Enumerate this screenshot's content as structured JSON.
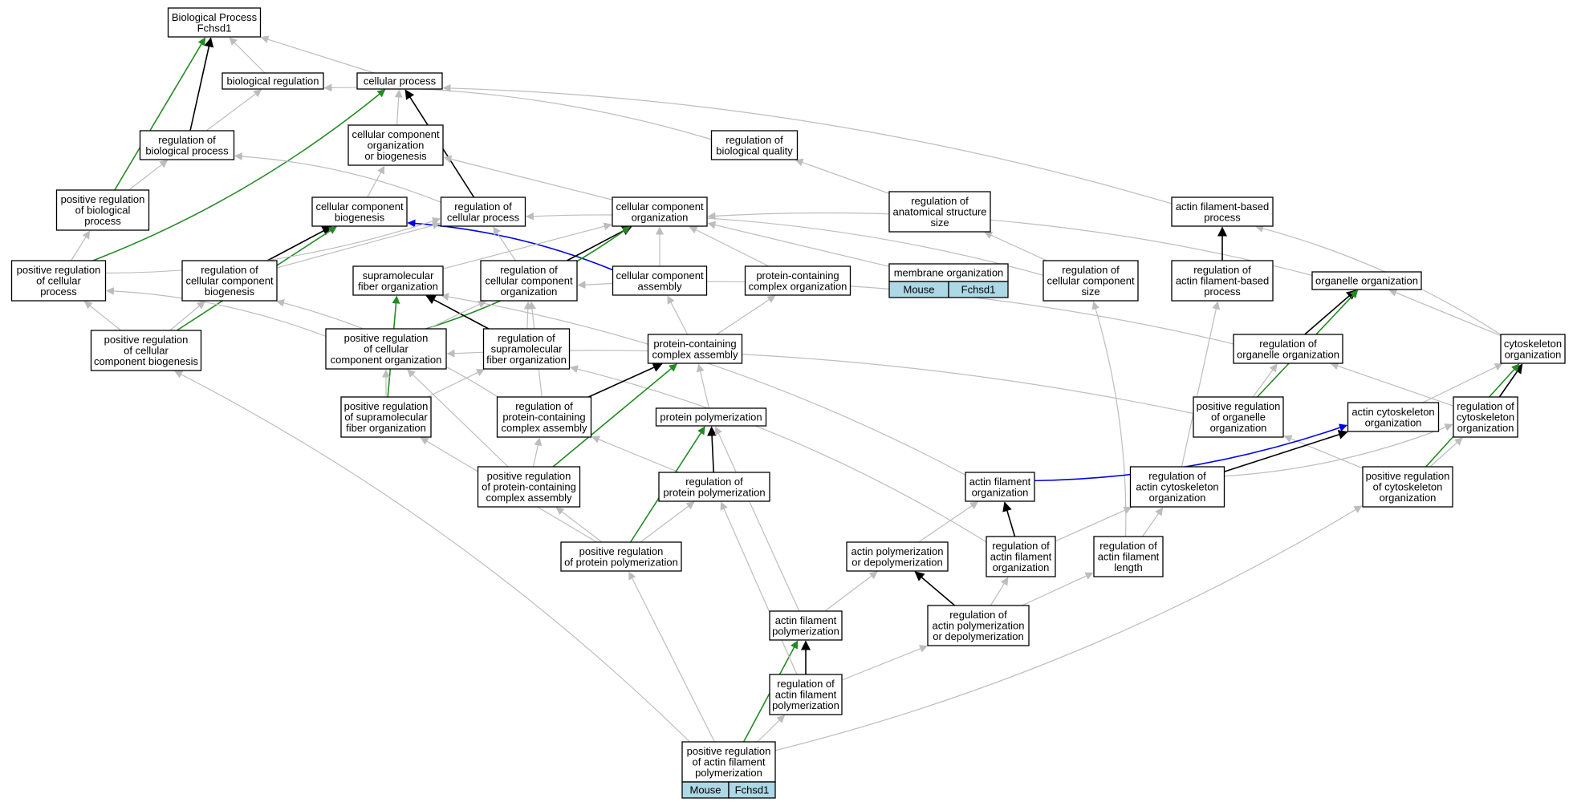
{
  "colors": {
    "is_a": "#bdbdbd",
    "part_of": "#000000",
    "positively_regulates": "#228b22",
    "regulates_blue": "#0000ee",
    "gene_cell_fill": "#add8e6"
  },
  "nodes": [
    {
      "id": "bp",
      "lines": [
        "Biological Process",
        "Fchsd1"
      ]
    },
    {
      "id": "bioreg",
      "lines": [
        "biological regulation"
      ]
    },
    {
      "id": "cellproc",
      "lines": [
        "cellular process"
      ]
    },
    {
      "id": "regbp",
      "lines": [
        "regulation of",
        "biological process"
      ]
    },
    {
      "id": "ccob",
      "lines": [
        "cellular component",
        "organization",
        "or biogenesis"
      ]
    },
    {
      "id": "regbq",
      "lines": [
        "regulation of",
        "biological quality"
      ]
    },
    {
      "id": "posregbp",
      "lines": [
        "positive regulation",
        "of biological",
        "process"
      ]
    },
    {
      "id": "ccbio",
      "lines": [
        "cellular component",
        "biogenesis"
      ]
    },
    {
      "id": "regcp",
      "lines": [
        "regulation of",
        "cellular process"
      ]
    },
    {
      "id": "ccorg",
      "lines": [
        "cellular component",
        "organization"
      ]
    },
    {
      "id": "regass",
      "lines": [
        "regulation of",
        "anatomical structure",
        "size"
      ]
    },
    {
      "id": "afbp",
      "lines": [
        "actin filament-based",
        "process"
      ]
    },
    {
      "id": "posregcp",
      "lines": [
        "positive regulation",
        "of cellular",
        "process"
      ]
    },
    {
      "id": "regccb",
      "lines": [
        "regulation of",
        "cellular component",
        "biogenesis"
      ]
    },
    {
      "id": "smfo",
      "lines": [
        "supramolecular",
        "fiber organization"
      ]
    },
    {
      "id": "regcco",
      "lines": [
        "regulation of",
        "cellular component",
        "organization"
      ]
    },
    {
      "id": "cca",
      "lines": [
        "cellular component",
        "assembly"
      ]
    },
    {
      "id": "pcco",
      "lines": [
        "protein-containing",
        "complex organization"
      ]
    },
    {
      "id": "memorg",
      "lines": [
        "membrane organization"
      ],
      "gene": [
        "Mouse",
        "Fchsd1"
      ]
    },
    {
      "id": "regccs",
      "lines": [
        "regulation of",
        "cellular component",
        "size"
      ]
    },
    {
      "id": "regafbp",
      "lines": [
        "regulation of",
        "actin filament-based",
        "process"
      ]
    },
    {
      "id": "orgorg",
      "lines": [
        "organelle organization"
      ]
    },
    {
      "id": "posregccb",
      "lines": [
        "positive regulation",
        "of cellular",
        "component biogenesis"
      ]
    },
    {
      "id": "posregcco",
      "lines": [
        "positive regulation",
        "of cellular",
        "component organization"
      ]
    },
    {
      "id": "regsmfo",
      "lines": [
        "regulation of",
        "supramolecular",
        "fiber organization"
      ]
    },
    {
      "id": "pcca",
      "lines": [
        "protein-containing",
        "complex assembly"
      ]
    },
    {
      "id": "regoo",
      "lines": [
        "regulation of",
        "organelle organization"
      ]
    },
    {
      "id": "cytoorg",
      "lines": [
        "cytoskeleton",
        "organization"
      ]
    },
    {
      "id": "posregsmfo",
      "lines": [
        "positive regulation",
        "of supramolecular",
        "fiber organization"
      ]
    },
    {
      "id": "regpcca",
      "lines": [
        "regulation of",
        "protein-containing",
        "complex assembly"
      ]
    },
    {
      "id": "protpoly",
      "lines": [
        "protein polymerization"
      ]
    },
    {
      "id": "posregoo",
      "lines": [
        "positive regulation",
        "of organelle",
        "organization"
      ]
    },
    {
      "id": "actcytoorg",
      "lines": [
        "actin cytoskeleton",
        "organization"
      ]
    },
    {
      "id": "regcyto",
      "lines": [
        "regulation of",
        "cytoskeleton",
        "organization"
      ]
    },
    {
      "id": "posregpcca",
      "lines": [
        "positive regulation",
        "of protein-containing",
        "complex assembly"
      ]
    },
    {
      "id": "regprotpoly",
      "lines": [
        "regulation of",
        "protein polymerization"
      ]
    },
    {
      "id": "afo",
      "lines": [
        "actin filament",
        "organization"
      ]
    },
    {
      "id": "regactcyto",
      "lines": [
        "regulation of",
        "actin cytoskeleton",
        "organization"
      ]
    },
    {
      "id": "posregcyto",
      "lines": [
        "positive regulation",
        "of cytoskeleton",
        "organization"
      ]
    },
    {
      "id": "posregprotpoly",
      "lines": [
        "positive regulation",
        "of protein polymerization"
      ]
    },
    {
      "id": "apd",
      "lines": [
        "actin polymerization",
        "or depolymerization"
      ]
    },
    {
      "id": "regafo",
      "lines": [
        "regulation of",
        "actin filament",
        "organization"
      ]
    },
    {
      "id": "regafl",
      "lines": [
        "regulation of",
        "actin filament",
        "length"
      ]
    },
    {
      "id": "afp",
      "lines": [
        "actin filament",
        "polymerization"
      ]
    },
    {
      "id": "regapd",
      "lines": [
        "regulation of",
        "actin polymerization",
        "or depolymerization"
      ]
    },
    {
      "id": "regafp",
      "lines": [
        "regulation of",
        "actin filament",
        "polymerization"
      ]
    },
    {
      "id": "posregafp",
      "lines": [
        "positive regulation",
        "of actin filament",
        "polymerization"
      ],
      "gene": [
        "Mouse",
        "Fchsd1"
      ]
    }
  ],
  "edges": [
    {
      "from": "bioreg",
      "to": "bp",
      "type": "is_a"
    },
    {
      "from": "cellproc",
      "to": "bp",
      "type": "is_a"
    },
    {
      "from": "regbp",
      "to": "bp",
      "type": "part_of"
    },
    {
      "from": "posregbp",
      "to": "bp",
      "type": "positively_regulates"
    },
    {
      "from": "regbp",
      "to": "bioreg",
      "type": "is_a"
    },
    {
      "from": "regbq",
      "to": "bioreg",
      "type": "is_a"
    },
    {
      "from": "ccob",
      "to": "cellproc",
      "type": "is_a"
    },
    {
      "from": "regcp",
      "to": "cellproc",
      "type": "part_of"
    },
    {
      "from": "posregcp",
      "to": "cellproc",
      "type": "positively_regulates"
    },
    {
      "from": "afbp",
      "to": "cellproc",
      "type": "is_a"
    },
    {
      "from": "posregbp",
      "to": "regbp",
      "type": "is_a"
    },
    {
      "from": "regcp",
      "to": "regbp",
      "type": "is_a"
    },
    {
      "from": "ccbio",
      "to": "ccob",
      "type": "is_a"
    },
    {
      "from": "ccorg",
      "to": "ccob",
      "type": "is_a"
    },
    {
      "from": "regass",
      "to": "regbq",
      "type": "is_a"
    },
    {
      "from": "posregcp",
      "to": "posregbp",
      "type": "is_a"
    },
    {
      "from": "regccb",
      "to": "ccbio",
      "type": "part_of"
    },
    {
      "from": "posregccb",
      "to": "ccbio",
      "type": "positively_regulates"
    },
    {
      "from": "cca",
      "to": "ccbio",
      "type": "regulates_blue"
    },
    {
      "from": "posregcp",
      "to": "regcp",
      "type": "is_a"
    },
    {
      "from": "regccb",
      "to": "regcp",
      "type": "is_a"
    },
    {
      "from": "regcco",
      "to": "regcp",
      "type": "is_a"
    },
    {
      "from": "regccs",
      "to": "regcp",
      "type": "is_a"
    },
    {
      "from": "regcco",
      "to": "ccorg",
      "type": "part_of"
    },
    {
      "from": "posregcco",
      "to": "ccorg",
      "type": "positively_regulates"
    },
    {
      "from": "smfo",
      "to": "ccorg",
      "type": "is_a"
    },
    {
      "from": "cca",
      "to": "ccorg",
      "type": "is_a"
    },
    {
      "from": "pcco",
      "to": "ccorg",
      "type": "is_a"
    },
    {
      "from": "memorg",
      "to": "ccorg",
      "type": "is_a"
    },
    {
      "from": "orgorg",
      "to": "ccorg",
      "type": "is_a"
    },
    {
      "from": "regccs",
      "to": "regass",
      "type": "is_a"
    },
    {
      "from": "regafbp",
      "to": "afbp",
      "type": "part_of"
    },
    {
      "from": "cytoorg",
      "to": "afbp",
      "type": "is_a"
    },
    {
      "from": "posregccb",
      "to": "posregcp",
      "type": "is_a"
    },
    {
      "from": "posregcco",
      "to": "posregcp",
      "type": "is_a"
    },
    {
      "from": "posregccb",
      "to": "regccb",
      "type": "is_a"
    },
    {
      "from": "regpcca",
      "to": "regccb",
      "type": "is_a"
    },
    {
      "from": "regsmfo",
      "to": "smfo",
      "type": "part_of"
    },
    {
      "from": "posregsmfo",
      "to": "smfo",
      "type": "positively_regulates"
    },
    {
      "from": "posregcco",
      "to": "regcco",
      "type": "is_a"
    },
    {
      "from": "regsmfo",
      "to": "regcco",
      "type": "is_a"
    },
    {
      "from": "regpcca",
      "to": "regcco",
      "type": "is_a"
    },
    {
      "from": "regoo",
      "to": "regcco",
      "type": "is_a"
    },
    {
      "from": "pcca",
      "to": "cca",
      "type": "is_a"
    },
    {
      "from": "pcca",
      "to": "pcco",
      "type": "is_a"
    },
    {
      "from": "regafl",
      "to": "regccs",
      "type": "is_a"
    },
    {
      "from": "regactcyto",
      "to": "regafbp",
      "type": "is_a"
    },
    {
      "from": "regoo",
      "to": "orgorg",
      "type": "part_of"
    },
    {
      "from": "posregoo",
      "to": "orgorg",
      "type": "positively_regulates"
    },
    {
      "from": "cytoorg",
      "to": "orgorg",
      "type": "is_a"
    },
    {
      "from": "posregsmfo",
      "to": "posregcco",
      "type": "is_a"
    },
    {
      "from": "posregpcca",
      "to": "posregcco",
      "type": "is_a"
    },
    {
      "from": "posregoo",
      "to": "posregcco",
      "type": "is_a"
    },
    {
      "from": "posregsmfo",
      "to": "regsmfo",
      "type": "is_a"
    },
    {
      "from": "regafo",
      "to": "regsmfo",
      "type": "is_a"
    },
    {
      "from": "regpcca",
      "to": "pcca",
      "type": "part_of"
    },
    {
      "from": "posregpcca",
      "to": "pcca",
      "type": "positively_regulates"
    },
    {
      "from": "protpoly",
      "to": "pcca",
      "type": "is_a"
    },
    {
      "from": "posregoo",
      "to": "regoo",
      "type": "is_a"
    },
    {
      "from": "regcyto",
      "to": "regoo",
      "type": "is_a"
    },
    {
      "from": "regcyto",
      "to": "cytoorg",
      "type": "part_of"
    },
    {
      "from": "posregcyto",
      "to": "cytoorg",
      "type": "positively_regulates"
    },
    {
      "from": "actcytoorg",
      "to": "cytoorg",
      "type": "is_a"
    },
    {
      "from": "posregprotpoly",
      "to": "posregsmfo",
      "type": "is_a"
    },
    {
      "from": "posregpcca",
      "to": "regpcca",
      "type": "is_a"
    },
    {
      "from": "regprotpoly",
      "to": "regpcca",
      "type": "is_a"
    },
    {
      "from": "regprotpoly",
      "to": "protpoly",
      "type": "part_of"
    },
    {
      "from": "posregprotpoly",
      "to": "protpoly",
      "type": "positively_regulates"
    },
    {
      "from": "afp",
      "to": "protpoly",
      "type": "is_a"
    },
    {
      "from": "posregcyto",
      "to": "posregoo",
      "type": "is_a"
    },
    {
      "from": "afo",
      "to": "smfo",
      "type": "is_a"
    },
    {
      "from": "afo",
      "to": "actcytoorg",
      "type": "regulates_blue"
    },
    {
      "from": "regactcyto",
      "to": "actcytoorg",
      "type": "part_of"
    },
    {
      "from": "regactcyto",
      "to": "regcyto",
      "type": "is_a"
    },
    {
      "from": "posregcyto",
      "to": "regcyto",
      "type": "is_a"
    },
    {
      "from": "posregprotpoly",
      "to": "posregpcca",
      "type": "is_a"
    },
    {
      "from": "posregprotpoly",
      "to": "regprotpoly",
      "type": "is_a"
    },
    {
      "from": "apd",
      "to": "afo",
      "type": "is_a"
    },
    {
      "from": "regafo",
      "to": "afo",
      "type": "part_of"
    },
    {
      "from": "regafo",
      "to": "regactcyto",
      "type": "is_a"
    },
    {
      "from": "regafl",
      "to": "regactcyto",
      "type": "is_a"
    },
    {
      "from": "posregafp",
      "to": "posregprotpoly",
      "type": "is_a"
    },
    {
      "from": "afp",
      "to": "apd",
      "type": "is_a"
    },
    {
      "from": "regapd",
      "to": "apd",
      "type": "part_of"
    },
    {
      "from": "regapd",
      "to": "regafo",
      "type": "is_a"
    },
    {
      "from": "regapd",
      "to": "regafl",
      "type": "is_a"
    },
    {
      "from": "regafp",
      "to": "afp",
      "type": "part_of"
    },
    {
      "from": "posregafp",
      "to": "afp",
      "type": "positively_regulates"
    },
    {
      "from": "regafp",
      "to": "regapd",
      "type": "is_a"
    },
    {
      "from": "regafp",
      "to": "regprotpoly",
      "type": "is_a"
    },
    {
      "from": "posregafp",
      "to": "regafp",
      "type": "is_a"
    },
    {
      "from": "posregafp",
      "to": "posregcyto",
      "type": "is_a"
    },
    {
      "from": "posregafp",
      "to": "posregccb",
      "type": "is_a"
    }
  ]
}
